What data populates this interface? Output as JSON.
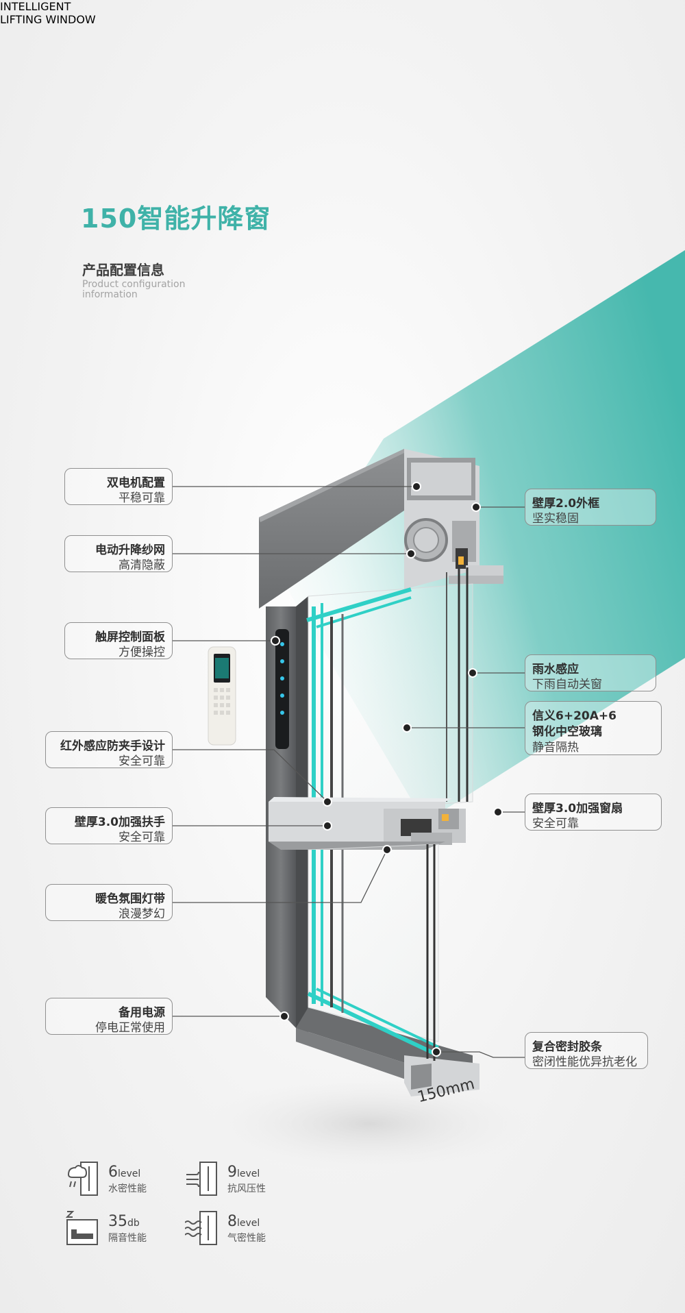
{
  "title": {
    "line1": "INTELLIGENT",
    "line2": "LIFTING WINDOW",
    "subtitle": "150智能升降窗"
  },
  "config": {
    "heading": "产品配置信息",
    "en_line1": "Product configuration",
    "en_line2": "information"
  },
  "callouts_left": [
    {
      "title": "双电机配置",
      "sub": "平稳可靠"
    },
    {
      "title": "电动升降纱网",
      "sub": "高清隐蔽"
    },
    {
      "title": "触屏控制面板",
      "sub": "方便操控"
    },
    {
      "title": "红外感应防夹手设计",
      "sub": "安全可靠"
    },
    {
      "title": "壁厚3.0加强扶手",
      "sub": "安全可靠"
    },
    {
      "title": "暖色氛围灯带",
      "sub": "浪漫梦幻"
    },
    {
      "title": "备用电源",
      "sub": "停电正常使用"
    }
  ],
  "callouts_right": [
    {
      "title": "壁厚2.0外框",
      "sub": "坚实稳固"
    },
    {
      "title": "雨水感应",
      "sub": "下雨自动关窗"
    },
    {
      "title": "信义6+20A+6",
      "title2": "钢化中空玻璃",
      "sub": "静音隔热"
    },
    {
      "title": "壁厚3.0加强窗扇",
      "sub": "安全可靠"
    },
    {
      "title": "复合密封胶条",
      "sub": "密闭性能优异抗老化"
    }
  ],
  "dimension": "150mm",
  "specs": [
    {
      "value": "6",
      "unit": "level",
      "label": "水密性能",
      "icon": "rain-window-icon"
    },
    {
      "value": "9",
      "unit": "level",
      "label": "抗风压性",
      "icon": "wind-window-icon"
    },
    {
      "value": "35",
      "unit": "db",
      "label": "隔音性能",
      "icon": "sleep-sound-icon"
    },
    {
      "value": "8",
      "unit": "level",
      "label": "气密性能",
      "icon": "air-window-icon"
    }
  ],
  "colors": {
    "accent": "#3fb2a8",
    "frame": "#5f6163",
    "glass_edge": "#2fd0c6"
  }
}
